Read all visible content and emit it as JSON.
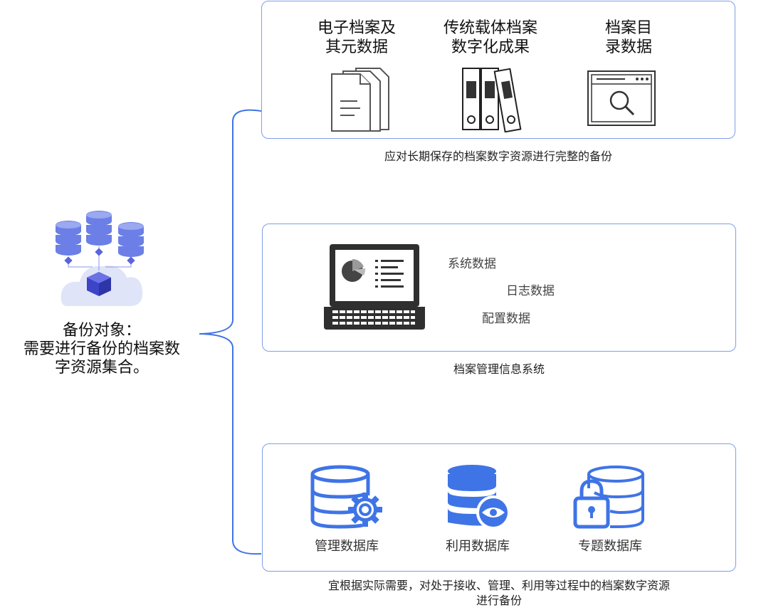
{
  "backup_object": {
    "line1": "备份对象：",
    "line2": "需要进行备份的档案数",
    "line3": "字资源集合。",
    "icon": "server-cloud-cube-icon"
  },
  "panel_top": {
    "items": [
      {
        "line1": "电子档案及",
        "line2": "其元数据",
        "icon": "documents-icon"
      },
      {
        "line1": "传统载体档案",
        "line2": "数字化成果",
        "icon": "binders-icon"
      },
      {
        "line1": "档案目",
        "line2": "录数据",
        "icon": "browser-search-icon"
      }
    ],
    "caption": "应对长期保存的档案数字资源进行完整的备份"
  },
  "panel_middle": {
    "icon": "laptop-chart-icon",
    "items": [
      "系统数据",
      "日志数据",
      "配置数据"
    ],
    "caption": "档案管理信息系统"
  },
  "panel_bottom": {
    "items": [
      {
        "label": "管理数据库",
        "icon": "database-gear-icon"
      },
      {
        "label": "利用数据库",
        "icon": "database-eye-icon"
      },
      {
        "label": "专题数据库",
        "icon": "database-lock-icon"
      }
    ],
    "caption_line1": "宜根据实际需要，对处于接收、管理、利用等过程中的档案数字资源",
    "caption_line2": "进行备份"
  },
  "colors": {
    "accent": "#3f74e6",
    "border": "#7f9ee8",
    "db_stack": "#6b7fe6",
    "cube": "#4a52d6"
  }
}
